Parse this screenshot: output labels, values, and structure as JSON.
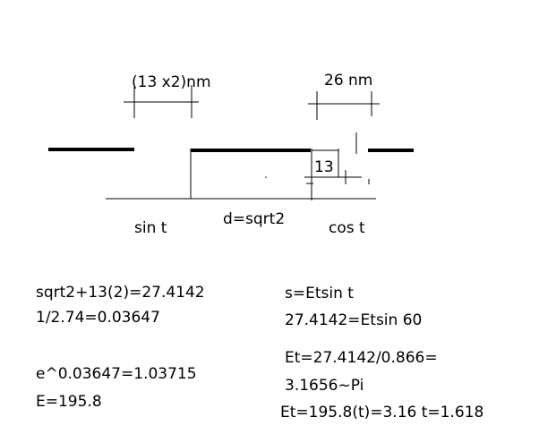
{
  "diagram": {
    "dim_left": "(13 x2)nm",
    "dim_right": "26 nm",
    "step_height": "13",
    "label_sin": "sin t",
    "label_distance": "d=sqrt2",
    "label_cos": "cos t"
  },
  "equations": {
    "left": [
      "sqrt2+13(2)=27.4142",
      "1/2.74=0.03647",
      "e^0.03647=1.03715",
      "E=195.8"
    ],
    "right": [
      "s=Etsin t",
      "27.4142=Etsin 60",
      "Et=27.4142/0.866=",
      "3.1656~Pi",
      "Et=195.8(t)=3.16  t=1.618"
    ]
  }
}
